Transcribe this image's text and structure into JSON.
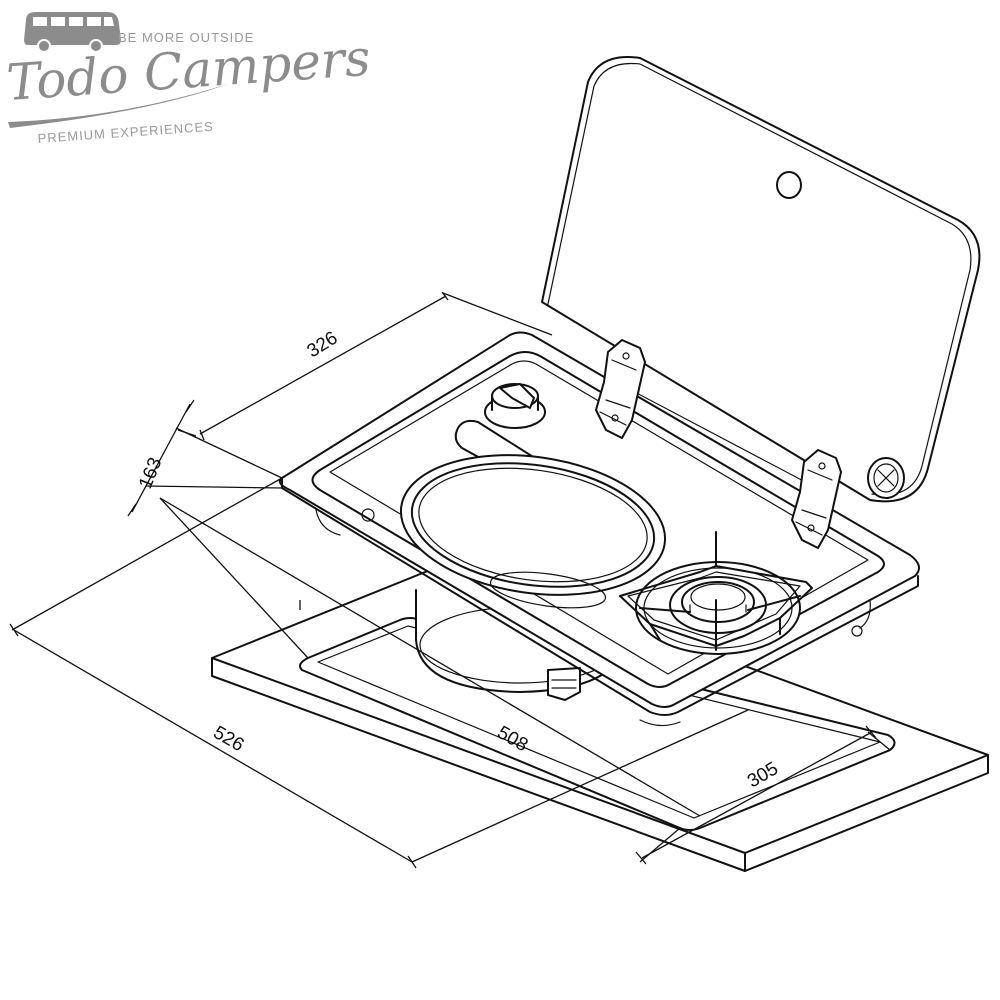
{
  "logo": {
    "tagline_top": "BE MORE OUTSIDE",
    "brand": "Todo Campers",
    "tagline_bottom": "PREMIUM EXPERIENCES"
  },
  "dimensions": {
    "lid_depth": "326",
    "height": "163",
    "outer_width": "526",
    "cutout_width": "508",
    "cutout_depth": "305"
  },
  "colors": {
    "line": "#111111",
    "logo_gray": "#8c8c8c",
    "background": "#ffffff"
  }
}
